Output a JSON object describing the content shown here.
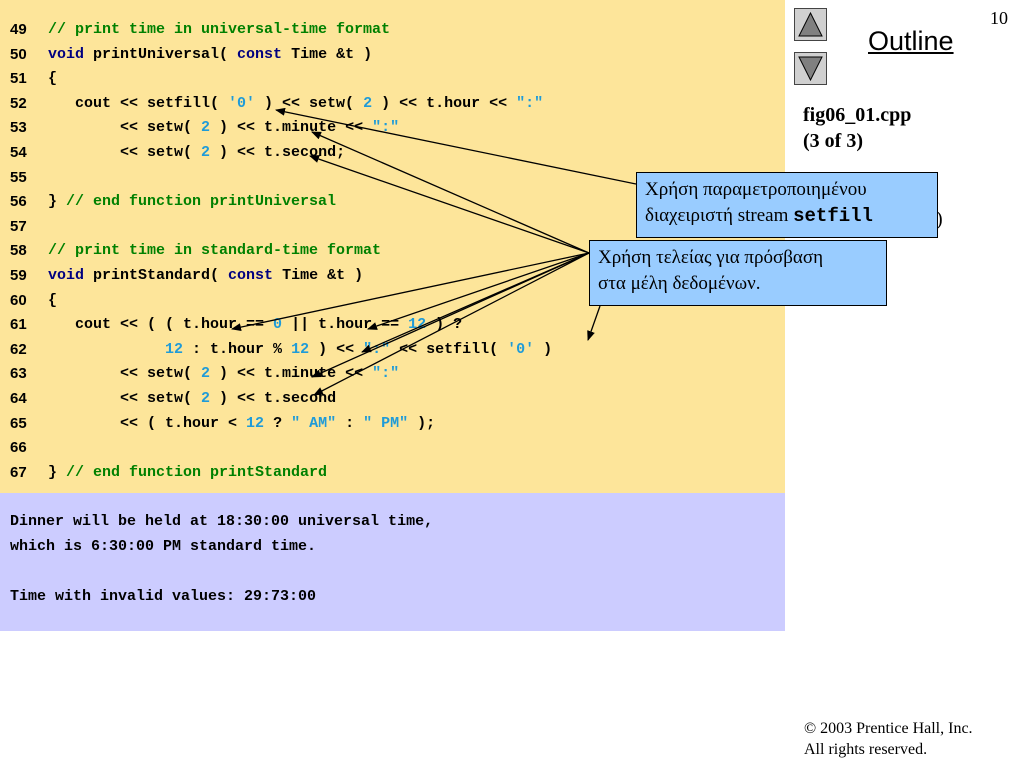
{
  "page_number": "10",
  "outline_label": "Outline",
  "nav": {
    "up_icon": "triangle-up-icon",
    "down_icon": "triangle-down-icon"
  },
  "figure": {
    "file": "fig06_01.cpp",
    "part": "(3 of 3)"
  },
  "code_lines": [
    {
      "num": "49",
      "tokens": [
        {
          "t": "// print time in universal-time format",
          "c": "com"
        }
      ]
    },
    {
      "num": "50",
      "tokens": [
        {
          "t": "void",
          "c": "kw"
        },
        {
          "t": " printUniversal( "
        },
        {
          "t": "const",
          "c": "kw"
        },
        {
          "t": " Time &t )"
        }
      ]
    },
    {
      "num": "51",
      "tokens": [
        {
          "t": "{"
        }
      ]
    },
    {
      "num": "52",
      "tokens": [
        {
          "t": "   cout << setfill( "
        },
        {
          "t": "'0'",
          "c": "str"
        },
        {
          "t": " ) << setw( "
        },
        {
          "t": "2",
          "c": "num"
        },
        {
          "t": " ) << t.hour << "
        },
        {
          "t": "\":\"",
          "c": "str"
        }
      ]
    },
    {
      "num": "53",
      "tokens": [
        {
          "t": "        << setw( "
        },
        {
          "t": "2",
          "c": "num"
        },
        {
          "t": " ) << t.minute << "
        },
        {
          "t": "\":\"",
          "c": "str"
        }
      ]
    },
    {
      "num": "54",
      "tokens": [
        {
          "t": "        << setw( "
        },
        {
          "t": "2",
          "c": "num"
        },
        {
          "t": " ) << t.second;"
        }
      ]
    },
    {
      "num": "55",
      "tokens": []
    },
    {
      "num": "56",
      "tokens": [
        {
          "t": "} "
        },
        {
          "t": "// end function printUniversal",
          "c": "com"
        }
      ]
    },
    {
      "num": "57",
      "tokens": []
    },
    {
      "num": "58",
      "tokens": [
        {
          "t": "// print time in standard-time format",
          "c": "com"
        }
      ]
    },
    {
      "num": "59",
      "tokens": [
        {
          "t": "void",
          "c": "kw"
        },
        {
          "t": " printStandard( "
        },
        {
          "t": "const",
          "c": "kw"
        },
        {
          "t": " Time &t )"
        }
      ]
    },
    {
      "num": "60",
      "tokens": [
        {
          "t": "{"
        }
      ]
    },
    {
      "num": "61",
      "tokens": [
        {
          "t": "   cout << ( ( t.hour == "
        },
        {
          "t": "0",
          "c": "num"
        },
        {
          "t": " || t.hour == "
        },
        {
          "t": "12",
          "c": "num"
        },
        {
          "t": " ) ?"
        }
      ]
    },
    {
      "num": "62",
      "tokens": [
        {
          "t": "             "
        },
        {
          "t": "12",
          "c": "num"
        },
        {
          "t": " : t.hour % "
        },
        {
          "t": "12",
          "c": "num"
        },
        {
          "t": " ) << "
        },
        {
          "t": "\":\"",
          "c": "str"
        },
        {
          "t": " << setfill( "
        },
        {
          "t": "'0'",
          "c": "str"
        },
        {
          "t": " )"
        }
      ]
    },
    {
      "num": "63",
      "tokens": [
        {
          "t": "        << setw( "
        },
        {
          "t": "2",
          "c": "num"
        },
        {
          "t": " ) << t.minute << "
        },
        {
          "t": "\":\"",
          "c": "str"
        }
      ]
    },
    {
      "num": "64",
      "tokens": [
        {
          "t": "        << setw( "
        },
        {
          "t": "2",
          "c": "num"
        },
        {
          "t": " ) << t.second"
        }
      ]
    },
    {
      "num": "65",
      "tokens": [
        {
          "t": "        << ( t.hour < "
        },
        {
          "t": "12",
          "c": "num"
        },
        {
          "t": " ? "
        },
        {
          "t": "\" AM\"",
          "c": "str"
        },
        {
          "t": " : "
        },
        {
          "t": "\" PM\"",
          "c": "str"
        },
        {
          "t": " );"
        }
      ]
    },
    {
      "num": "66",
      "tokens": []
    },
    {
      "num": "67",
      "tokens": [
        {
          "t": "} "
        },
        {
          "t": "// end function printStandard",
          "c": "com"
        }
      ]
    }
  ],
  "output_lines": [
    "Dinner will be held at 18:30:00 universal time,",
    "which is 6:30:00 PM standard time.",
    "",
    "Time with invalid values: 29:73:00"
  ],
  "callout_setfill": {
    "line1": "Χρήση παραμετροποιημένου",
    "line2_prefix": "διαχειριστή stream ",
    "line2_code": "setfill"
  },
  "callout_dot": {
    "line1": "Χρήση τελείας για πρόσβαση",
    "line2": "στα μέλη δεδομένων."
  },
  "hidden_char": ")",
  "copyright": {
    "line1": "© 2003 Prentice Hall, Inc.",
    "line2": "All rights reserved."
  },
  "colors": {
    "code_bg": "#fde59a",
    "output_bg": "#ccccff",
    "callout_bg": "#99ccff",
    "comment": "#008000",
    "keyword": "#000080",
    "literal": "#1f9bd8"
  }
}
